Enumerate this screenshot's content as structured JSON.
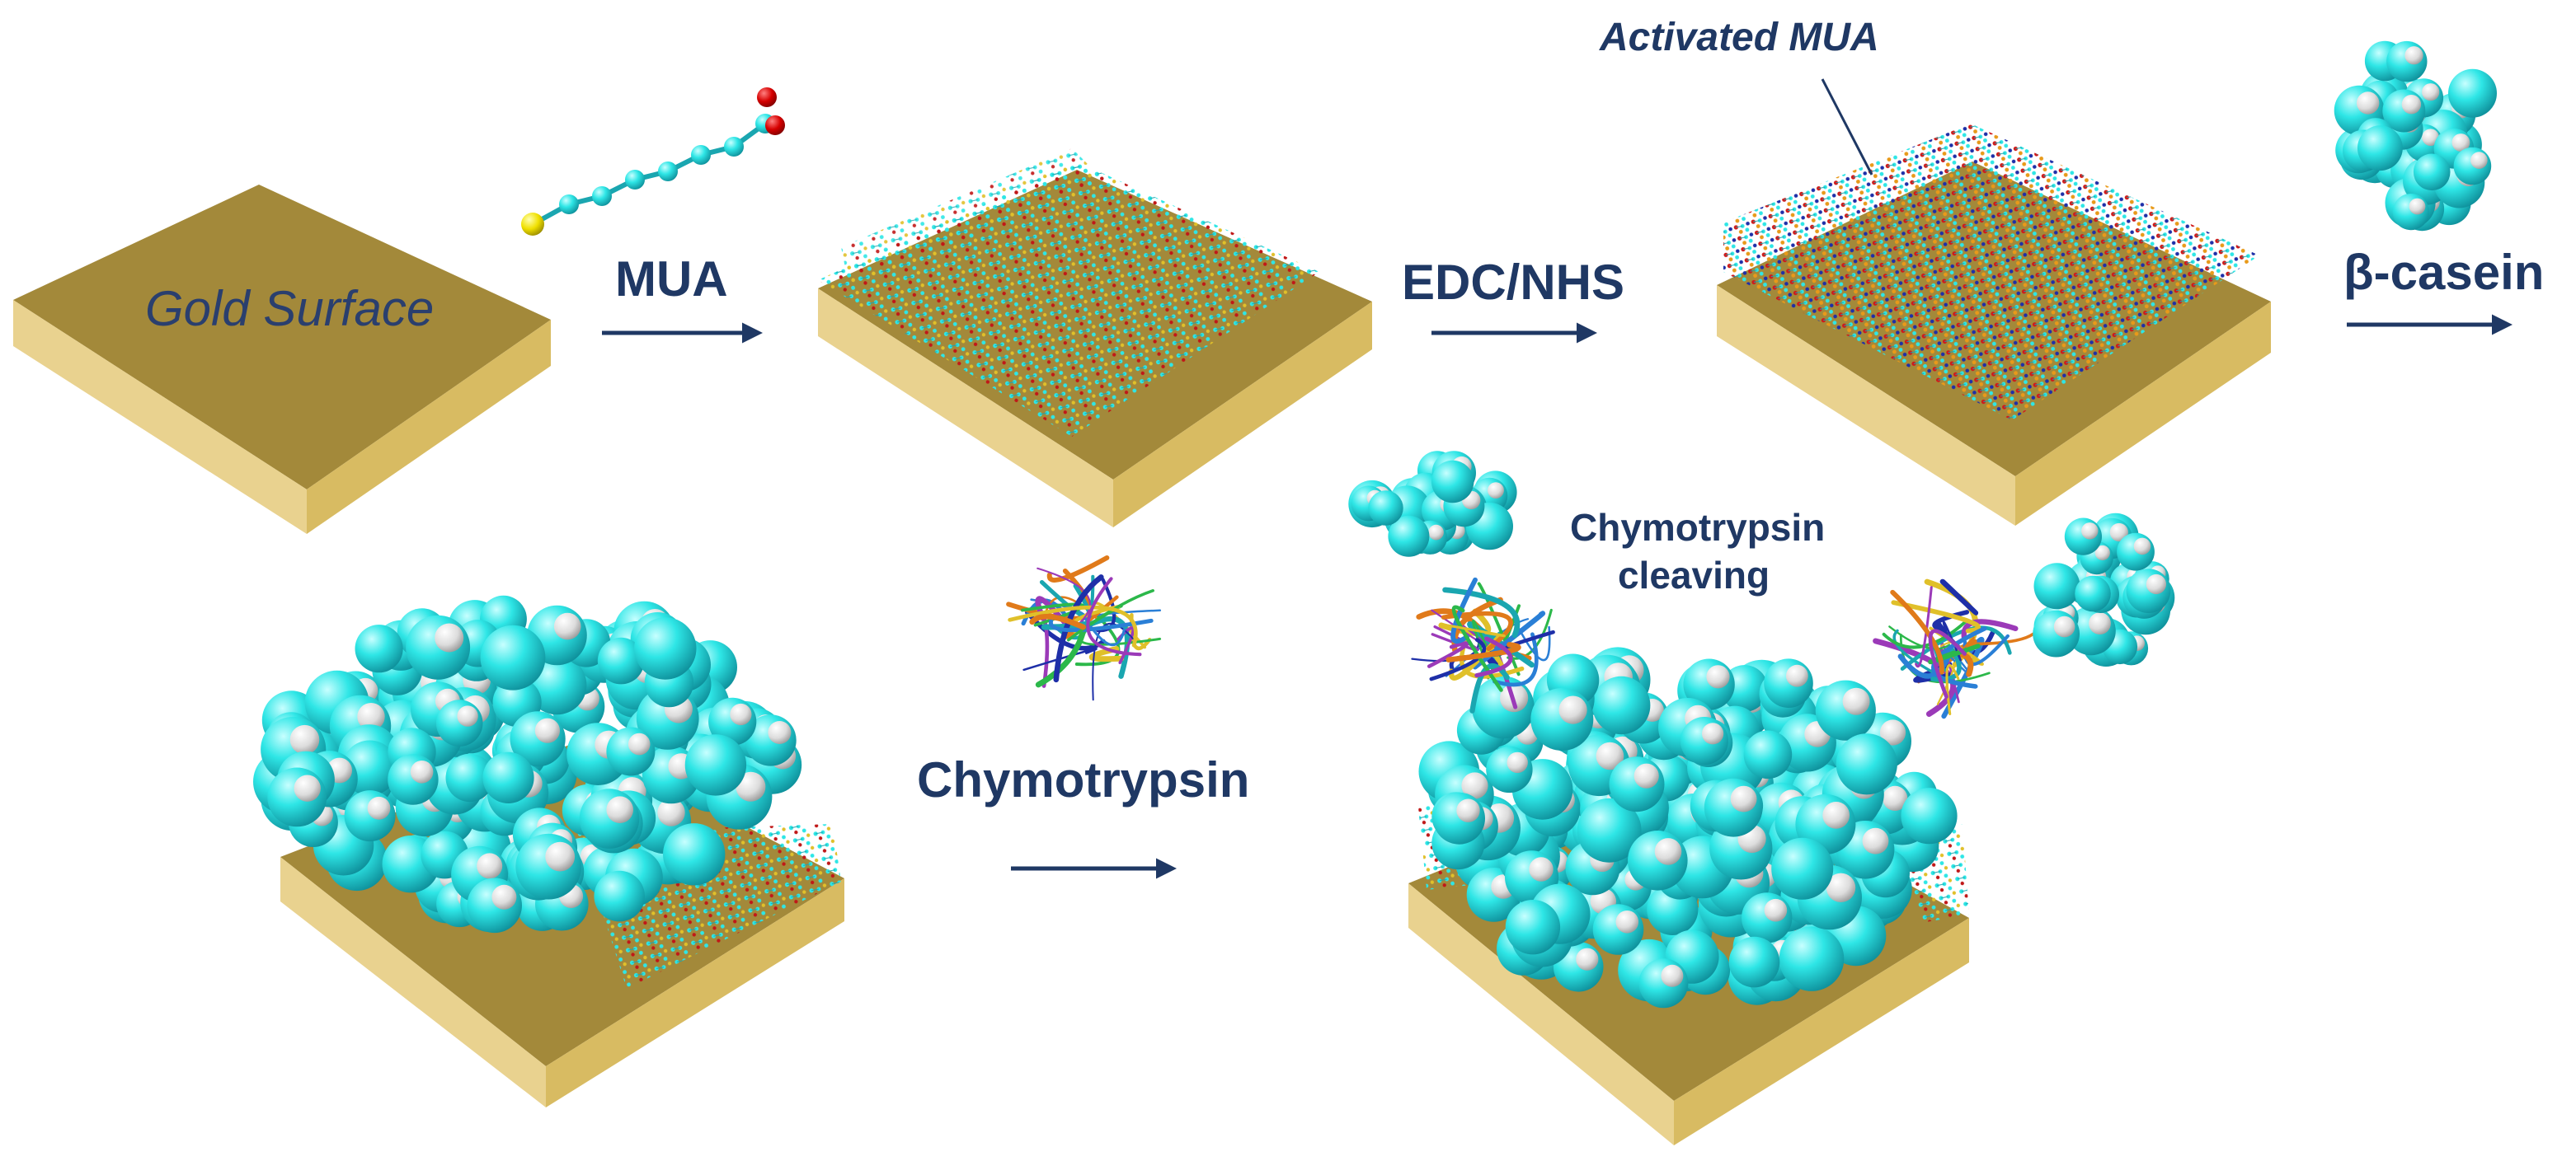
{
  "labels": {
    "gold_surface": "Gold Surface",
    "mua": "MUA",
    "edc_nhs": "EDC/NHS",
    "activated_mua": "Activated MUA",
    "beta_casein": "β-casein",
    "chymotrypsin": "Chymotrypsin",
    "chymotrypsin_cleaving_line1": "Chymotrypsin",
    "chymotrypsin_cleaving_line2": "cleaving"
  },
  "colors": {
    "gold_top": "#a3893a",
    "gold_side_left": "#e9d28f",
    "gold_side_right": "#d8bb62",
    "arrow": "#1f3864",
    "label_text": "#1f3864",
    "carbon_cyan": "#2ee6e6",
    "hydrogen_white": "#e8e8e8",
    "oxygen_red": "#d60000",
    "sulfur_yellow": "#f0e000"
  }
}
